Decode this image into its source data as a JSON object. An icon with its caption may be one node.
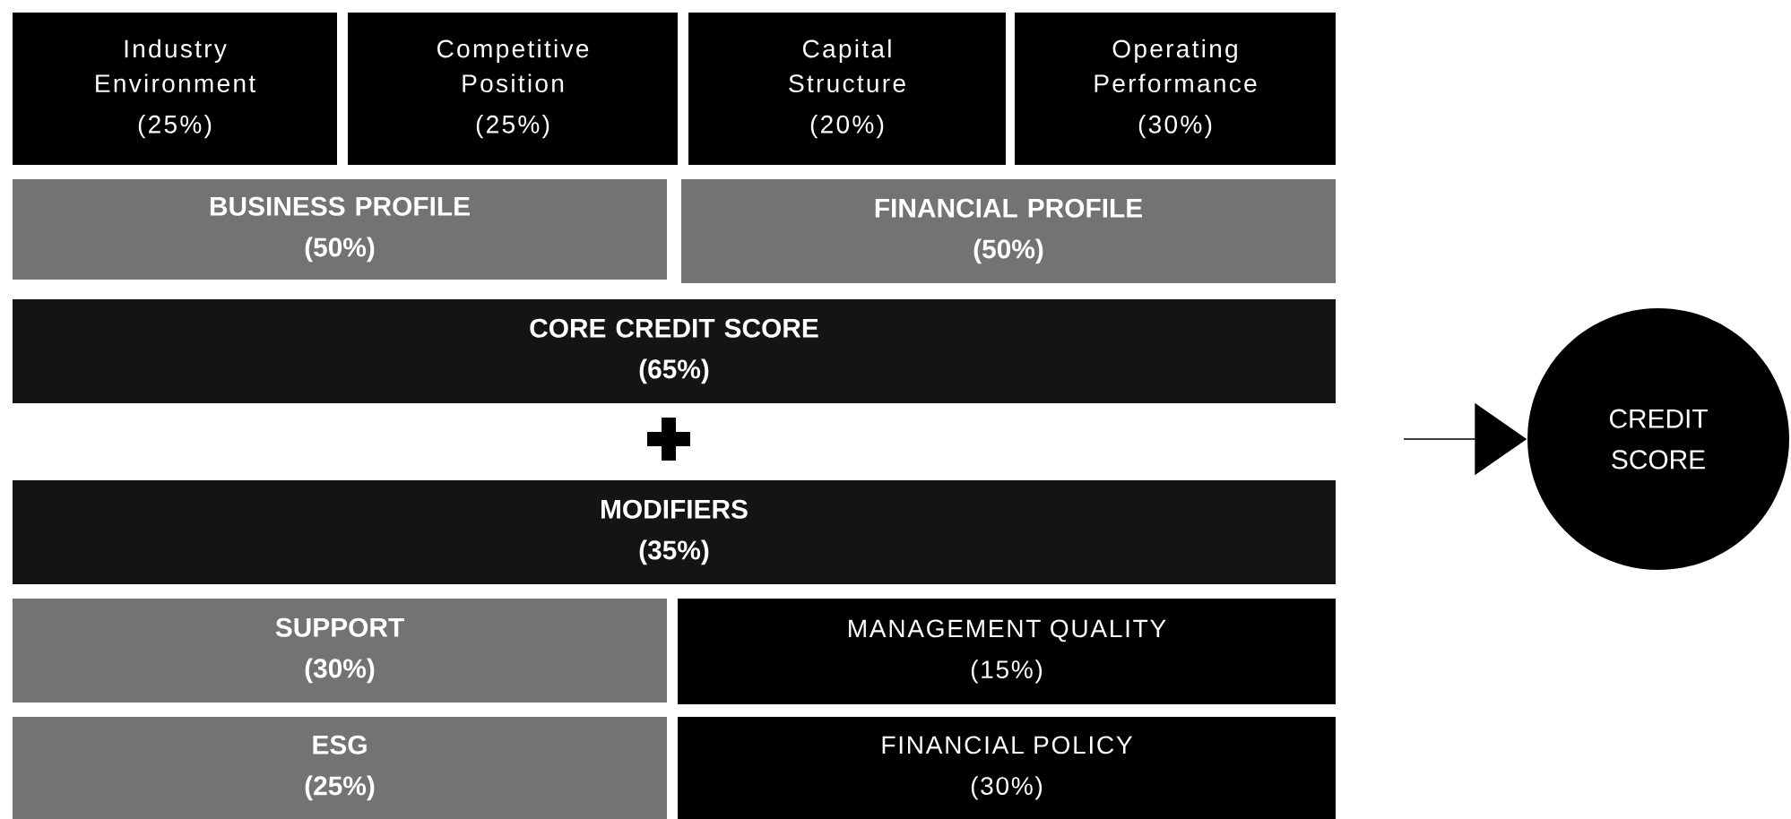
{
  "diagram": {
    "nodes": [
      {
        "text": [
          "Industry Environment",
          "(25%)"
        ]
      },
      {
        "text": [
          "Competitive Position",
          "(25%)"
        ]
      },
      {
        "text": [
          "Capital Structure",
          "(20%)"
        ]
      },
      {
        "text": [
          "Operating Performance",
          "(30%)"
        ]
      },
      {
        "text": [
          "BUSINESS PROFILE",
          "(50%)"
        ]
      },
      {
        "text": [
          "FINANCIAL PROFILE",
          "(50%)"
        ]
      },
      {
        "text": [
          "CORE CREDIT SCORE",
          "(65%)"
        ]
      },
      {
        "text": [
          "MODIFIERS",
          "(35%)"
        ]
      },
      {
        "text": [
          "SUPPORT",
          "(30%)"
        ]
      },
      {
        "text": [
          "MANAGEMENT QUALITY",
          "(15%)"
        ]
      },
      {
        "text": [
          "ESG",
          "(25%)"
        ]
      },
      {
        "text": [
          "FINANCIAL POLICY",
          "(30%)"
        ]
      },
      {
        "text": [
          "CREDIT SCORE"
        ]
      }
    ],
    "edges": [
      {
        "from": null,
        "to": 12,
        "arrow": "to"
      }
    ]
  }
}
